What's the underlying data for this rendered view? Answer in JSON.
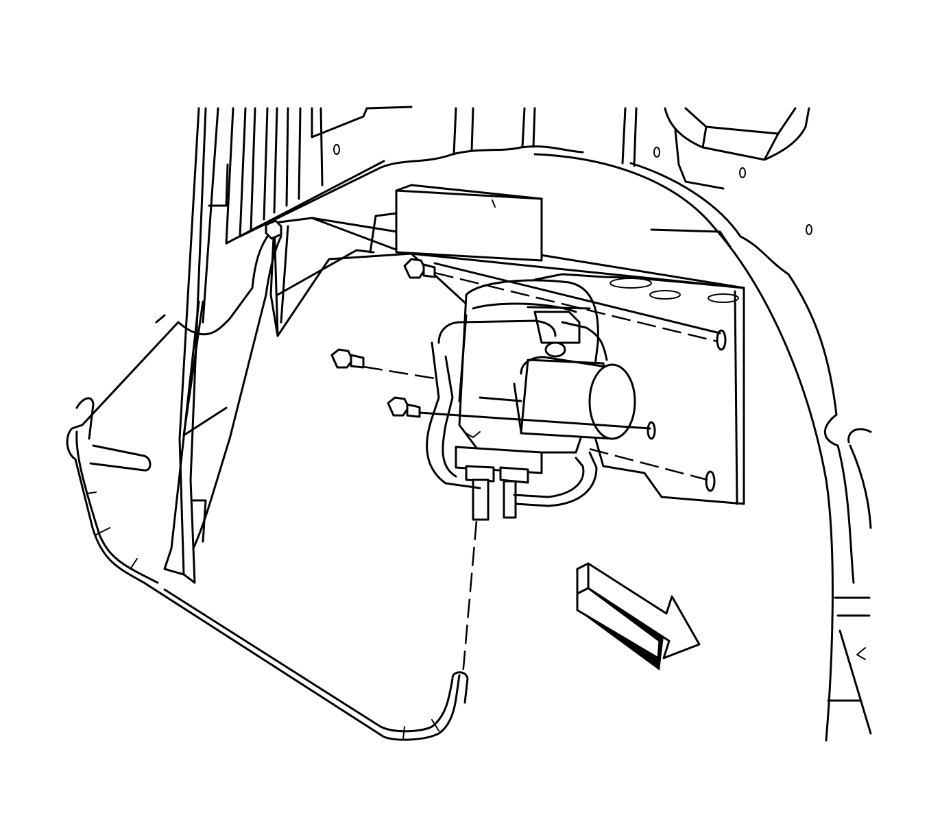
{
  "figure": {
    "type": "exploded line-art service illustration",
    "components": [
      "frame-rail",
      "mounting-bracket",
      "control-module",
      "wire-harness-loop",
      "bolt",
      "bolt",
      "bolt",
      "bolt",
      "mounting-hole",
      "tire-arch",
      "hose-line",
      "direction-arrow"
    ],
    "colors": {
      "stroke": "#000000",
      "fill": "#ffffff",
      "arrow_shadow": "#000000"
    },
    "icons": {
      "direction_arrow": "arrow-right-down-icon",
      "bolt": "bolt-icon"
    }
  }
}
